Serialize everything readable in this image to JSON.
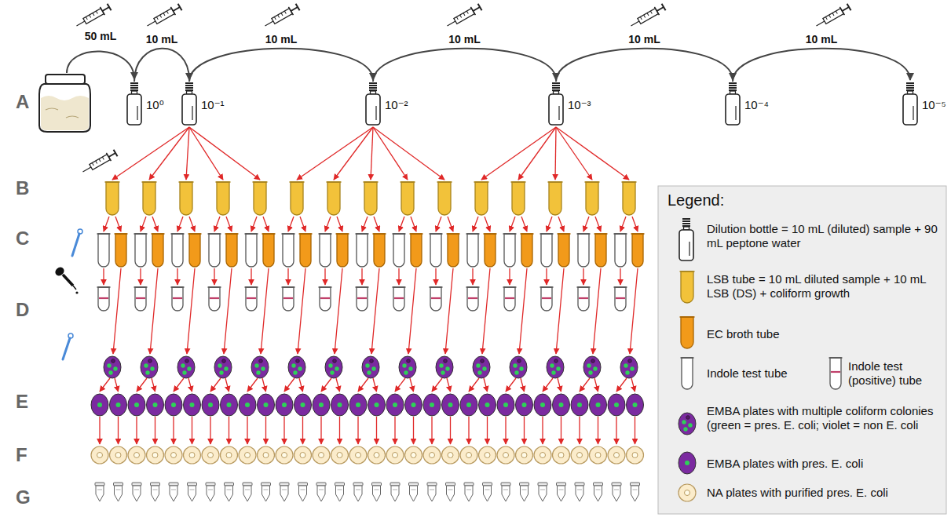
{
  "diagram": {
    "nodes": [
      {
        "text": [
          "10⁰"
        ]
      },
      {
        "text": [
          "10⁻¹"
        ]
      },
      {
        "text": [
          "10⁻²"
        ]
      },
      {
        "text": [
          "10⁻³"
        ]
      },
      {
        "text": [
          "10⁻⁴"
        ]
      },
      {
        "text": [
          "10⁻⁵"
        ]
      }
    ],
    "edges": [
      {
        "from": 0,
        "to": 1,
        "arrow": "to",
        "label": "10 mL"
      },
      {
        "from": 1,
        "to": 2,
        "arrow": "to",
        "label": "10 mL"
      },
      {
        "from": 2,
        "to": 3,
        "arrow": "to",
        "label": "10 mL"
      },
      {
        "from": 3,
        "to": 4,
        "arrow": "to",
        "label": "10 mL"
      },
      {
        "from": 4,
        "to": 5,
        "arrow": "to",
        "label": "10 mL"
      }
    ],
    "labels": [
      "50 mL",
      "A",
      "B",
      "C",
      "D",
      "E",
      "F",
      "G",
      "Legend:"
    ],
    "legend": [
      {
        "text": "Dilution bottle = 10 mL (diluted) sample + 90 mL peptone water"
      },
      {
        "text": "LSB tube = 10 mL diluted sample + 10 mL LSB (DS) + coliform growth"
      },
      {
        "text": "EC broth tube"
      },
      {
        "text": "Indole test tube"
      },
      {
        "text": "Indole test (positive) tube"
      },
      {
        "text": "EMBA plates with multiple coliform colonies (green = pres. E. coli; violet = non E. coli"
      },
      {
        "text": "EMBA plates with pres. E. coli"
      },
      {
        "text": "NA plates with purified pres. E. coli"
      }
    ]
  }
}
